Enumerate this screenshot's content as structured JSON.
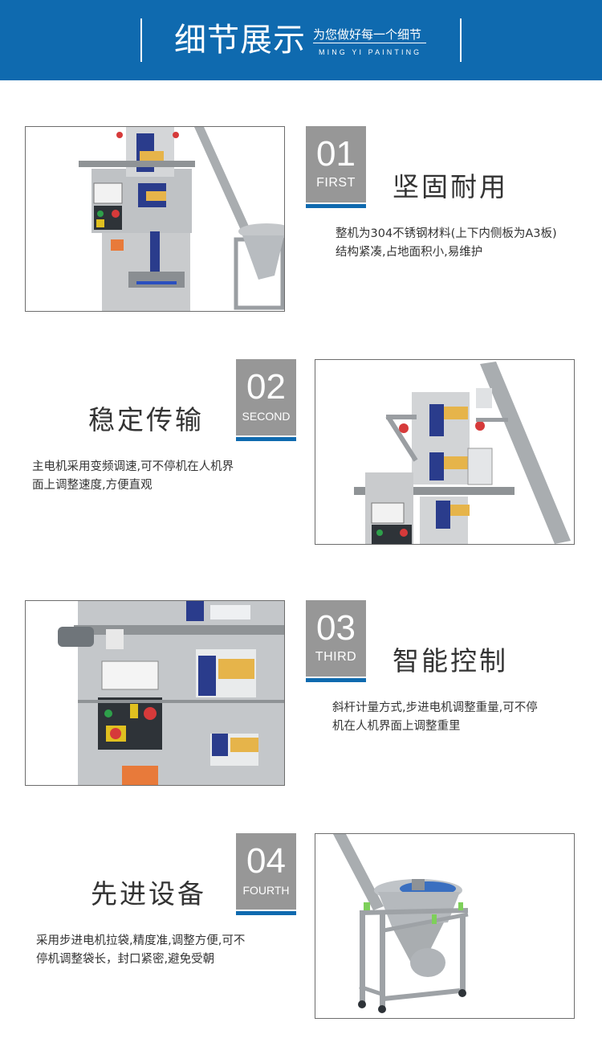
{
  "header": {
    "title": "细节展示",
    "subtitle": "为您做好每一个细节",
    "english": "MING YI PAINTING",
    "background_color": "#0f6aaf"
  },
  "features": [
    {
      "number": "01",
      "ordinal": "FIRST",
      "title": "坚固耐用",
      "desc_line1": "整机为304不锈钢材料(上下内侧板为A3板)",
      "desc_line2": "结构紧凑,占地面积小,易维护",
      "image": "packaging-machine-front-view"
    },
    {
      "number": "02",
      "ordinal": "SECOND",
      "title": "稳定传输",
      "desc_line1": "主电机采用变频调速,可不停机在人机界",
      "desc_line2": "面上调整速度,方便直观",
      "image": "packaging-machine-upper-hopper-and-auger"
    },
    {
      "number": "03",
      "ordinal": "THIRD",
      "title": "智能控制",
      "desc_line1": "斜杆计量方式,步进电机调整重量,可不停",
      "desc_line2": "机在人机界面上调整重里",
      "image": "control-panel-closeup"
    },
    {
      "number": "04",
      "ordinal": "FOURTH",
      "title": "先进设备",
      "desc_line1": "采用步进电机拉袋,精度准,调整方便,可不",
      "desc_line2": "停机调整袋长，封口紧密,避免受朝",
      "image": "screw-feeder-hopper-on-frame"
    }
  ],
  "colors": {
    "accent_blue": "#0f6aaf",
    "badge_gray": "#979797",
    "text_dark": "#333333"
  }
}
